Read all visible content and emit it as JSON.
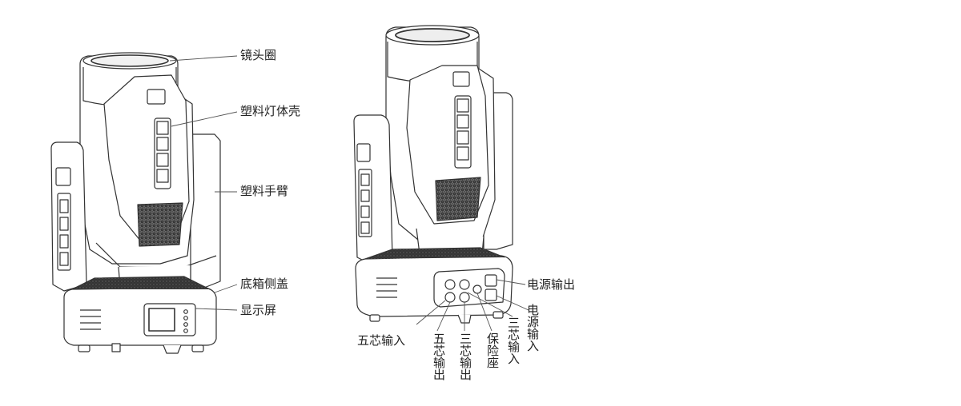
{
  "left_fixture": {
    "labels": {
      "lens_ring": "镜头圈",
      "plastic_housing": "塑料灯体壳",
      "plastic_arm": "塑料手臂",
      "base_side_cover": "底箱侧盖",
      "display_screen": "显示屏"
    }
  },
  "right_fixture": {
    "labels": {
      "power_output": "电源输出",
      "power_input": "电源输入",
      "five_core_input": "五芯输入",
      "five_core_output": "五芯输出",
      "three_core_output": "三芯输出",
      "fuse_holder": "保险座",
      "three_core_input": "三芯输入"
    }
  }
}
